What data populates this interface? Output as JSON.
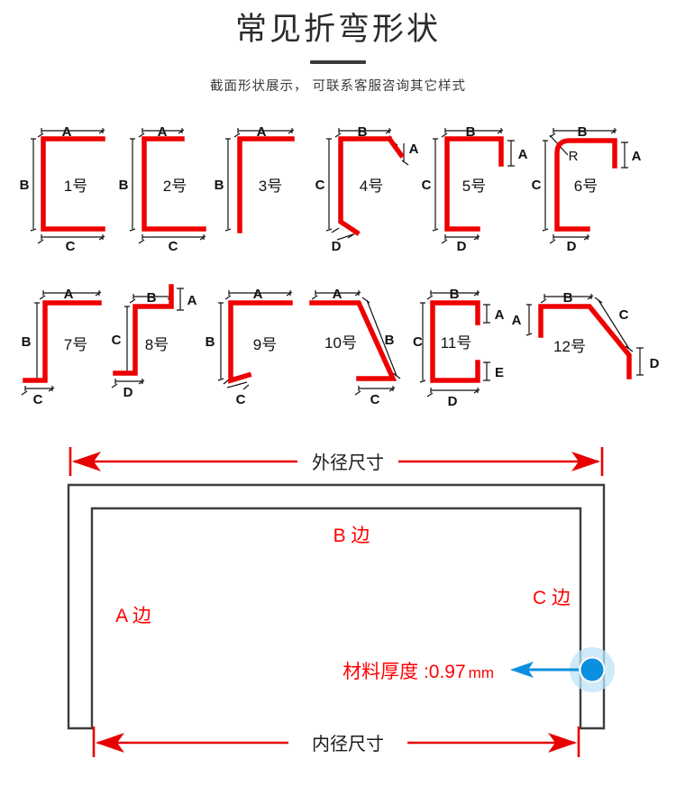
{
  "header": {
    "title": "常见折弯形状",
    "subtitle": "截面形状展示， 可联系客服咨询其它样式"
  },
  "shapes": [
    {
      "id": 1,
      "name": "1号",
      "labels": [
        "A",
        "B",
        "C"
      ],
      "description": "C形槽，上下翼缘等长"
    },
    {
      "id": 2,
      "name": "2号",
      "labels": [
        "A",
        "B",
        "C"
      ],
      "description": "C形槽，上翼缘短下翼缘长"
    },
    {
      "id": 3,
      "name": "3号",
      "labels": [
        "A",
        "B"
      ],
      "description": "L形角，单折"
    },
    {
      "id": 4,
      "name": "4号",
      "labels": [
        "A",
        "B",
        "C",
        "D"
      ],
      "description": "上下端带斜向折边"
    },
    {
      "id": 5,
      "name": "5号",
      "labels": [
        "A",
        "B",
        "C",
        "D"
      ],
      "description": "上端向下折边，下端向右翼缘"
    },
    {
      "id": 6,
      "name": "6号",
      "labels": [
        "A",
        "B",
        "C",
        "D",
        "R"
      ],
      "description": "带圆角R的折弯件"
    },
    {
      "id": 7,
      "name": "7号",
      "labels": [
        "A",
        "B",
        "C"
      ],
      "description": "Z形，下端短翼缘"
    },
    {
      "id": 8,
      "name": "8号",
      "labels": [
        "A",
        "B",
        "C",
        "D"
      ],
      "description": "Z形，上端带向上折边"
    },
    {
      "id": 9,
      "name": "9号",
      "labels": [
        "A",
        "B",
        "C"
      ],
      "description": "L形，下端带斜折边"
    },
    {
      "id": 10,
      "name": "10号",
      "labels": [
        "A",
        "B",
        "C"
      ],
      "description": "斜腹板折弯件"
    },
    {
      "id": 11,
      "name": "11号",
      "labels": [
        "A",
        "B",
        "C",
        "D",
        "E"
      ],
      "description": "C形槽，上下均带卷边"
    },
    {
      "id": 12,
      "name": "12号",
      "labels": [
        "A",
        "B",
        "C",
        "D"
      ],
      "description": "带斜向过渡段折弯件"
    }
  ],
  "detail": {
    "outer_dimension_label": "外径尺寸",
    "inner_dimension_label": "内径尺寸",
    "side_a_label": "A 边",
    "side_b_label": "B 边",
    "side_c_label": "C 边",
    "thickness_label": "材料厚度 :0.97",
    "thickness_unit": "mm"
  },
  "colors": {
    "shape_red": "#ee0000",
    "label_black": "#111111",
    "outline_gray": "#3d3d3d",
    "annotation_red": "#ff0000",
    "pointer_blue": "#0d8fe0",
    "pointer_halo": "#bfe3f7"
  }
}
